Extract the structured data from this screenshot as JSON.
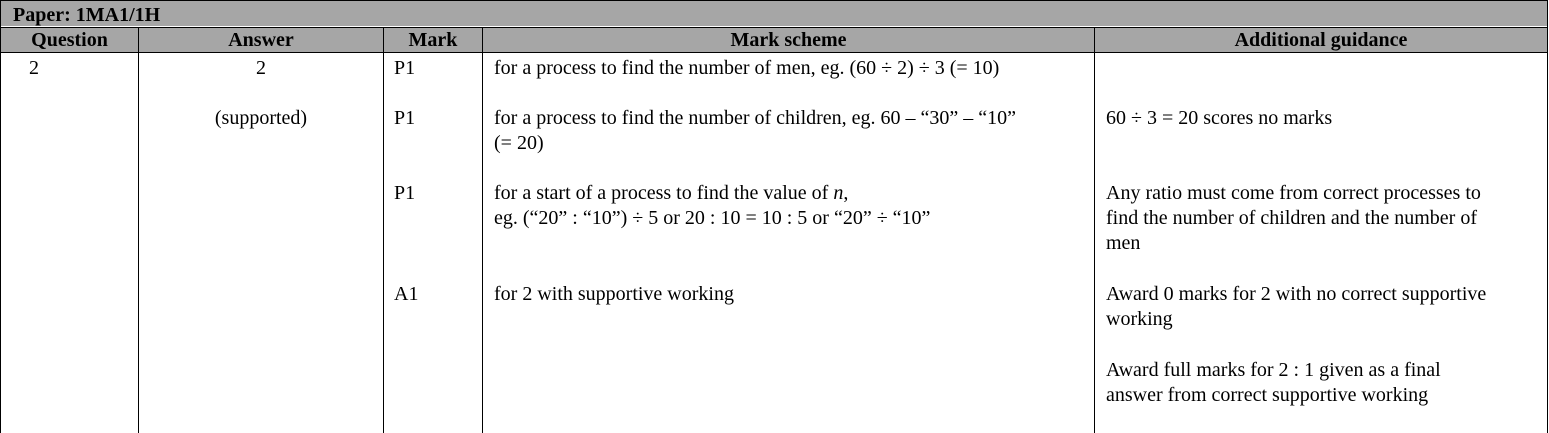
{
  "paper": {
    "title": "Paper: 1MA1/1H"
  },
  "columns": {
    "question": "Question",
    "answer": "Answer",
    "mark": "Mark",
    "mark_scheme": "Mark scheme",
    "guidance": "Additional guidance"
  },
  "row": {
    "question": "2",
    "answer": "2",
    "answer_note": "(supported)",
    "marks": [
      {
        "code": "P1",
        "scheme": [
          "for a process to find the number of men, eg. (60 ÷ 2) ÷ 3 (= 10)"
        ],
        "guidance": []
      },
      {
        "code": "P1",
        "scheme": [
          "for a process to find the number of children, eg. 60 – “30” – “10”",
          "(= 20)"
        ],
        "guidance": [
          "60 ÷ 3 = 20 scores no marks"
        ]
      },
      {
        "code": "P1",
        "scheme": [
          "for a start of a process to find the value of ",
          "n",
          ",",
          "eg. (“20” : “10”) ÷ 5 or 20 : 10 = 10 : 5 or “20” ÷ “10”"
        ],
        "guidance": [
          "Any ratio must come from correct processes to",
          "find the number of children and the number of",
          "men"
        ]
      },
      {
        "code": "A1",
        "scheme": [
          "for 2 with supportive working"
        ],
        "guidance": [
          "Award 0 marks for 2 with no correct supportive",
          "working",
          "Award full marks for 2 : 1 given as a final",
          "answer from correct supportive working"
        ]
      }
    ]
  }
}
